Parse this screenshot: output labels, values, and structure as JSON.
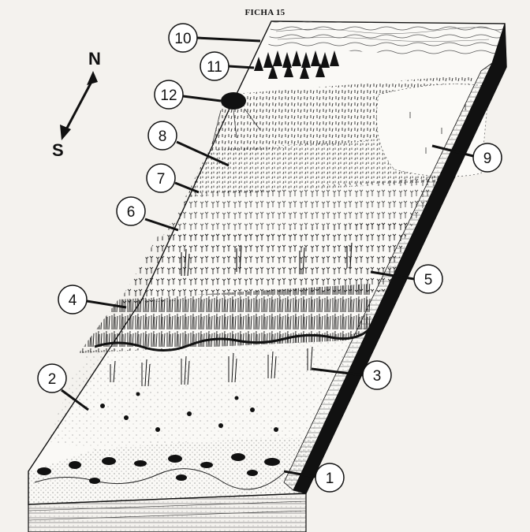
{
  "header": {
    "title": "FICHA 15"
  },
  "compass": {
    "north": "N",
    "south": "S"
  },
  "callouts": [
    {
      "label": "1"
    },
    {
      "label": "2"
    },
    {
      "label": "3"
    },
    {
      "label": "4"
    },
    {
      "label": "5"
    },
    {
      "label": "6"
    },
    {
      "label": "7"
    },
    {
      "label": "8"
    },
    {
      "label": "9"
    },
    {
      "label": "10"
    },
    {
      "label": "11"
    },
    {
      "label": "12"
    }
  ]
}
